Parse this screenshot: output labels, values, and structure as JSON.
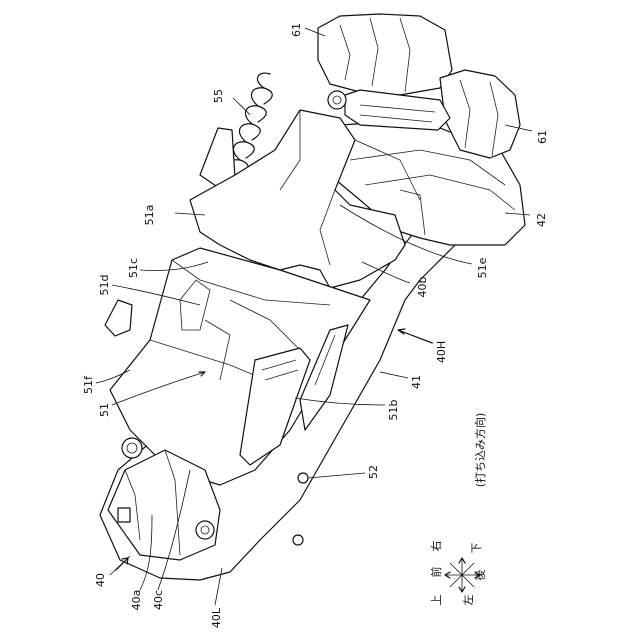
{
  "labels": {
    "l61a": "61",
    "l61b": "61",
    "l55": "55",
    "l42": "42",
    "l51a": "51a",
    "l51e": "51e",
    "l40b": "40b",
    "l51c": "51c",
    "l51d": "51d",
    "l40H": "40H",
    "l51f": "51f",
    "l51": "51",
    "l41": "41",
    "l51b": "51b",
    "l52": "52",
    "l40": "40",
    "l40a": "40a",
    "l40c": "40c",
    "l40L": "40L"
  },
  "legend": {
    "up": "上",
    "front": "前",
    "right": "右",
    "down": "下",
    "drive_direction": "(打ち込み方向)",
    "left": "左",
    "back": "後"
  }
}
